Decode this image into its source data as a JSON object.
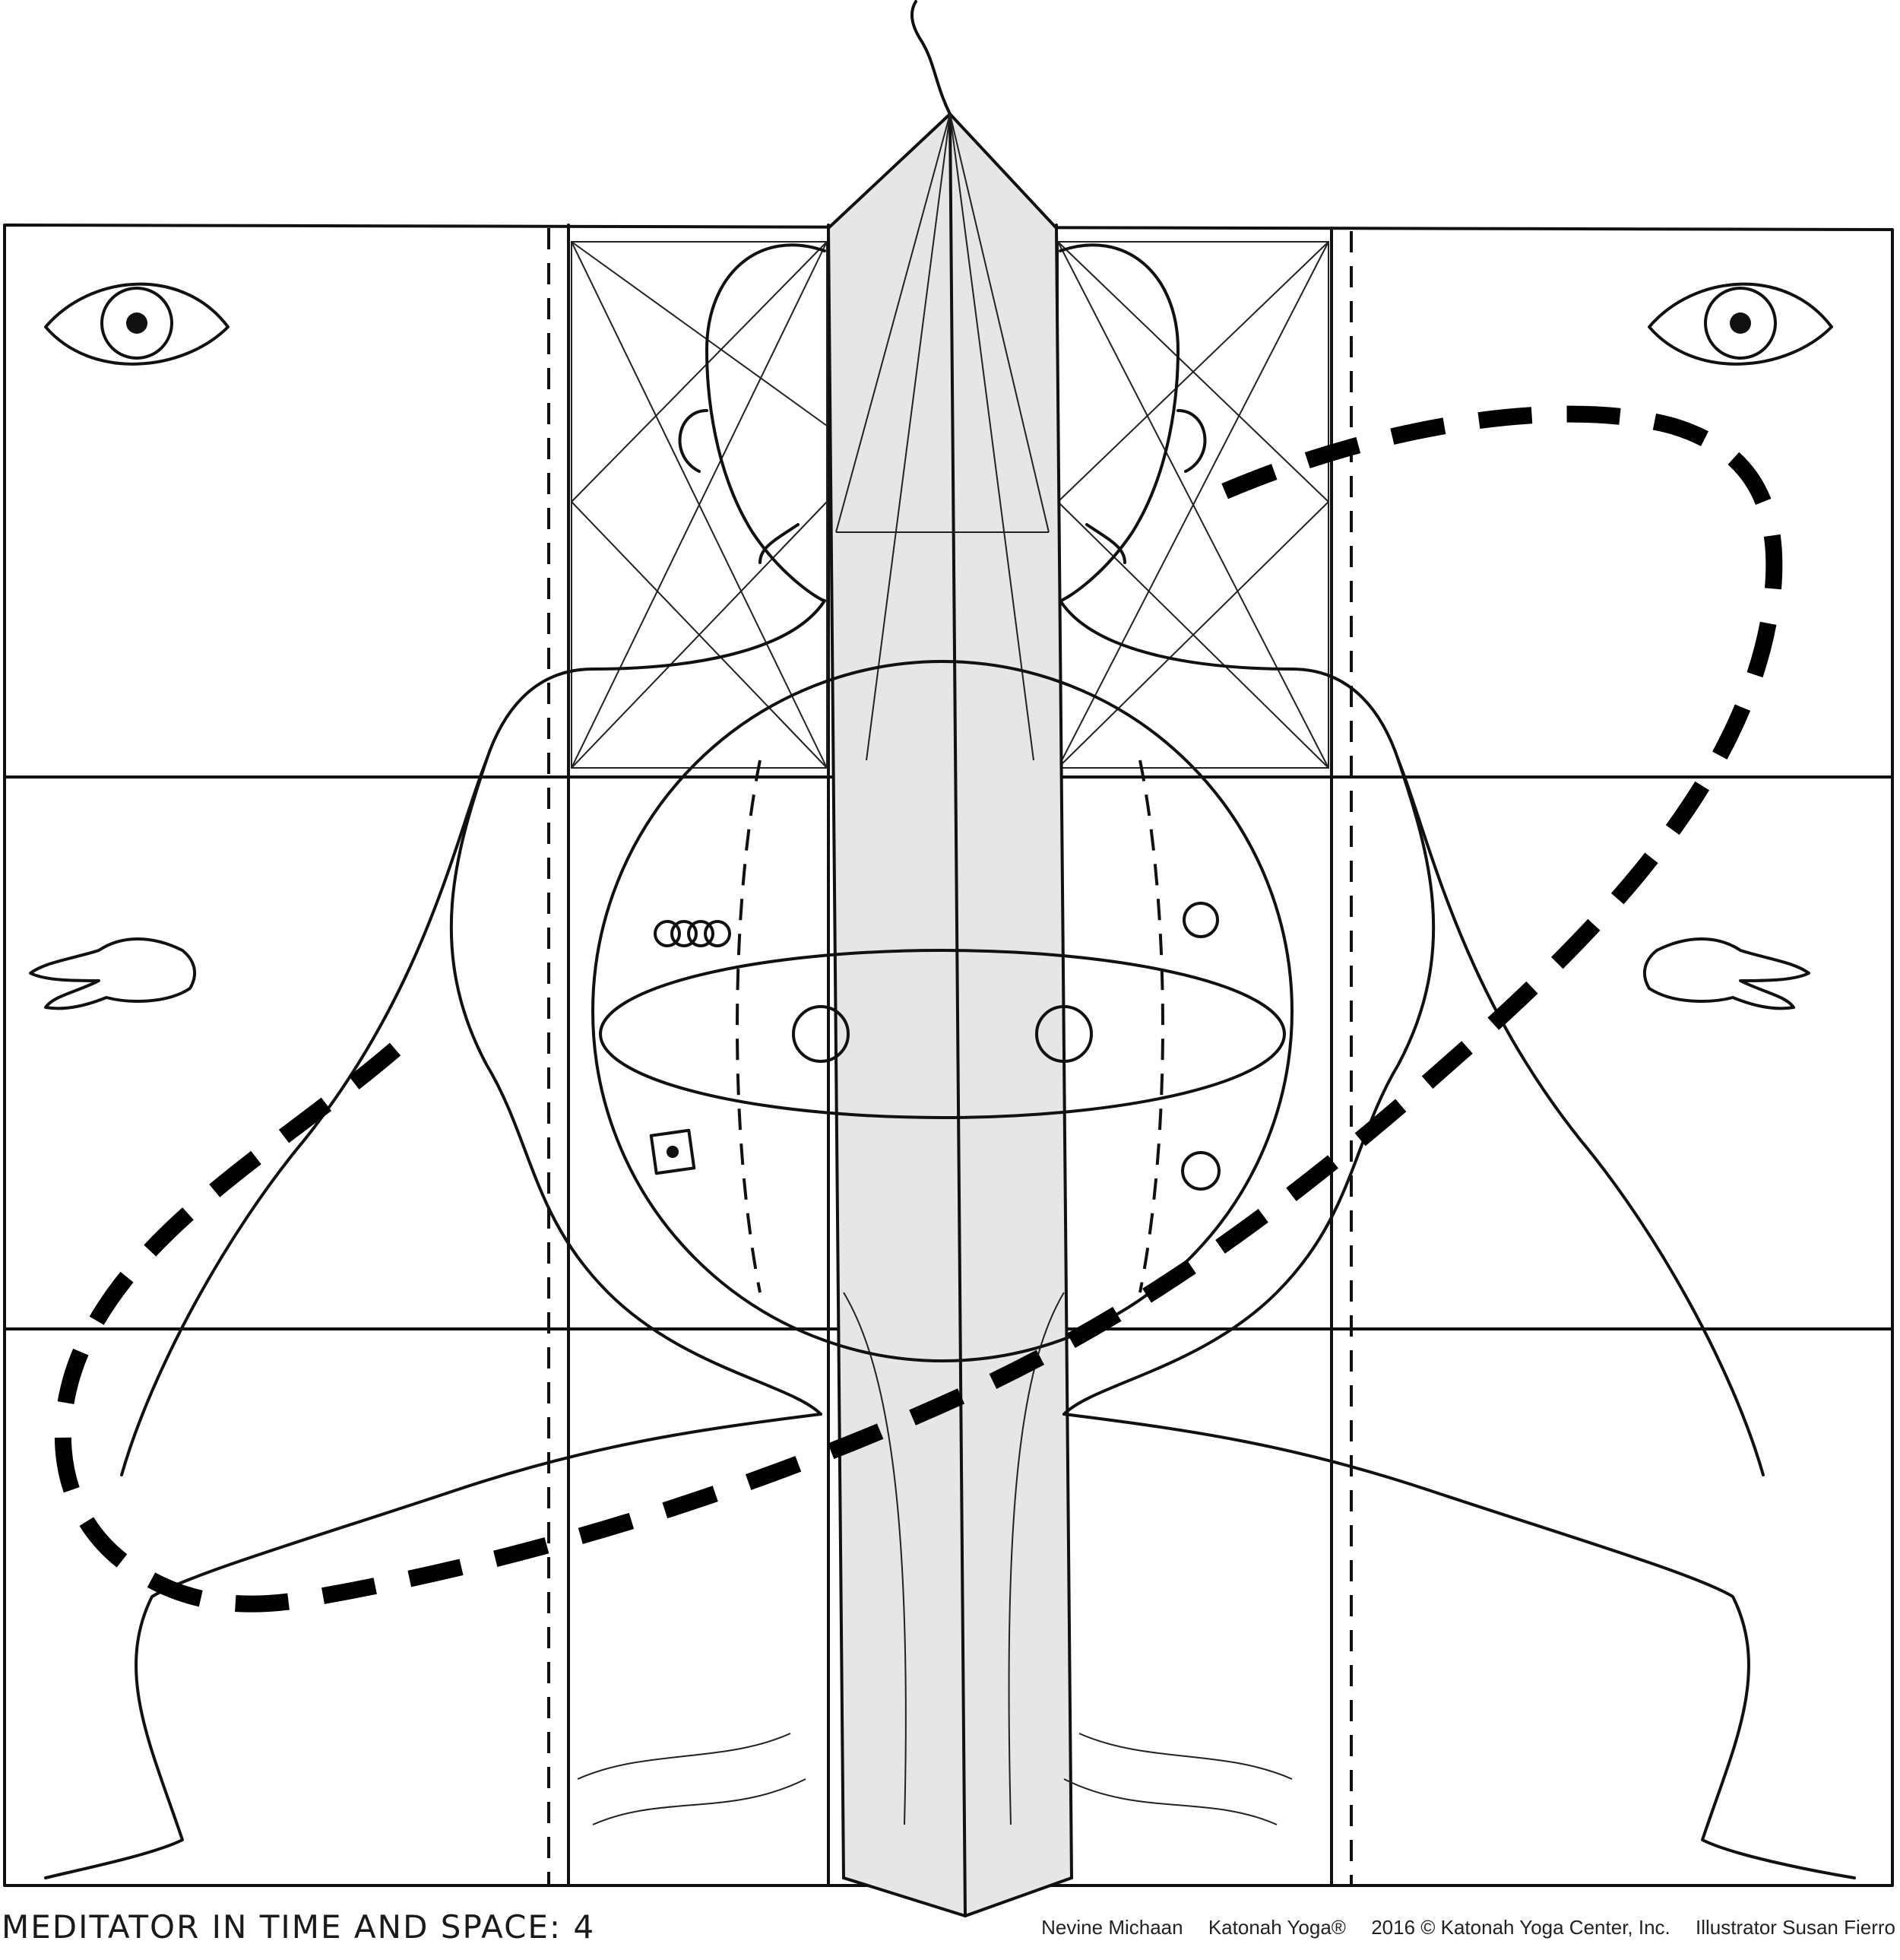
{
  "caption": {
    "title": "MEDITATOR IN TIME AND SPACE: 4",
    "author": "Nevine Michaan",
    "brand": "Katonah Yoga®",
    "copyright": "2016 © Katonah Yoga Center, Inc.",
    "illustrator": "Illustrator Susan Fierro"
  },
  "icons": [
    "eye-icon-left",
    "eye-icon-right",
    "hand-icon-left",
    "hand-icon-right"
  ],
  "colors": {
    "ink": "#111111",
    "paper": "#ffffff",
    "prism": "#e6e6e6"
  }
}
